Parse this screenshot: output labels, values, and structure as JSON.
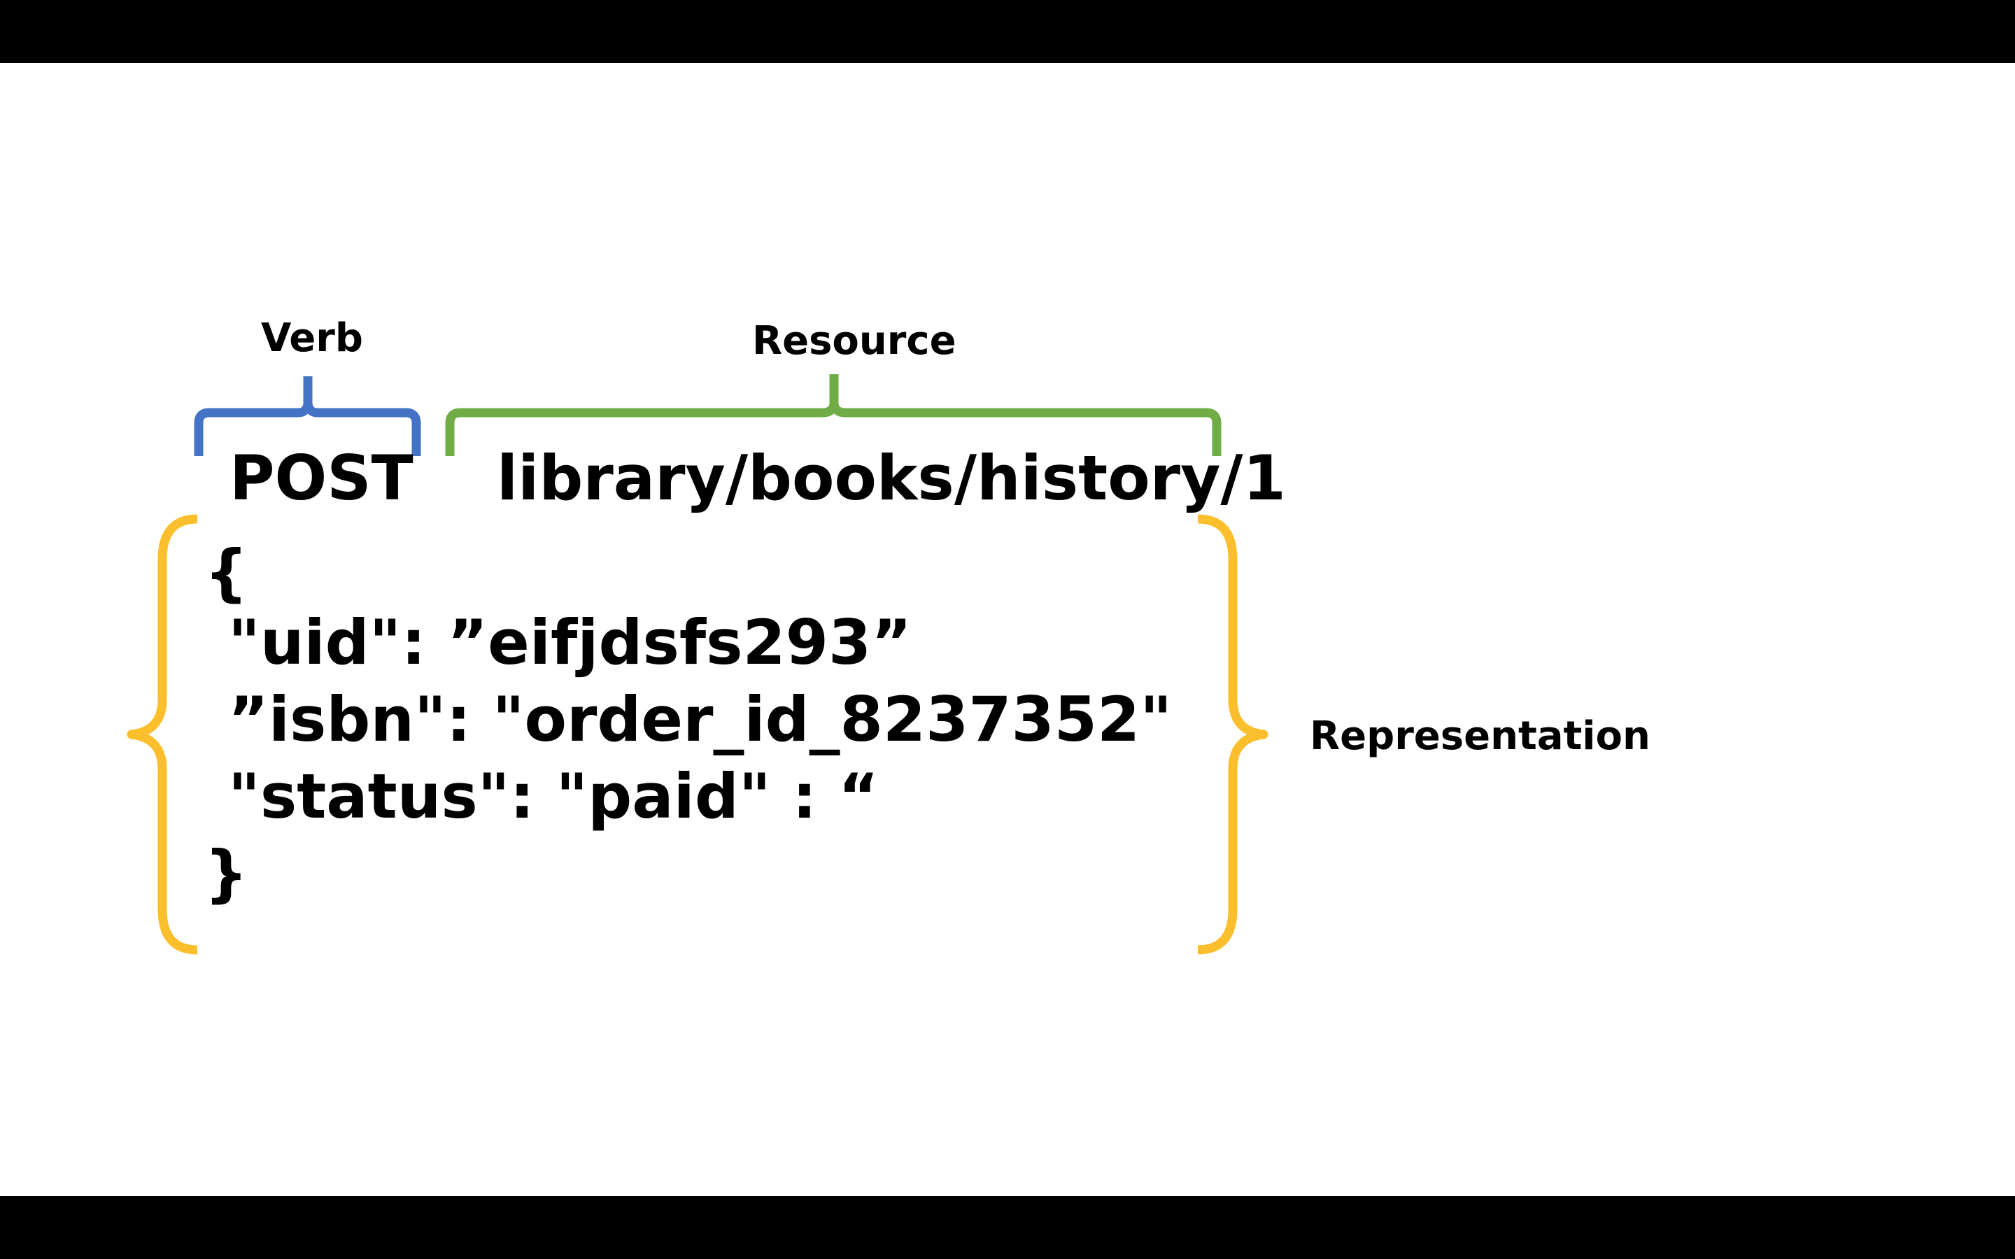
{
  "labels": {
    "verb": "Verb",
    "resource": "Resource",
    "representation": "Representation"
  },
  "request": {
    "verb": "POST",
    "resource": "library/books/history/1"
  },
  "body_lines": [
    "{",
    "\"uid\": ”eifjdsfs293”",
    "”isbn\": \"order_id_8237352\"",
    "\"status\":   \"paid\" : “",
    "}"
  ],
  "colors": {
    "verb_brace": "#4472C4",
    "resource_brace": "#70AD47",
    "representation_brace": "#FBBF2D",
    "background": "#FFFFFF",
    "letterbox": "#000000"
  }
}
